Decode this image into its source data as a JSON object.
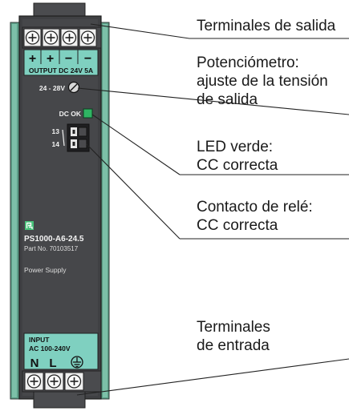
{
  "device": {
    "output_terminal_labels": [
      "+",
      "+",
      "−",
      "−"
    ],
    "output_label": "OUTPUT DC 24V 5A",
    "voltage_range": "24 - 28V",
    "dc_ok_label": "DC OK",
    "relay_pin_top": "13",
    "relay_pin_bottom": "14",
    "model": "PS1000-A6-24.5",
    "part_no": "Part No. 70103517",
    "product_type": "Power Supply",
    "input_line1": "INPUT",
    "input_line2": "AC 100-240V",
    "input_terminal_labels": [
      "N",
      "L"
    ]
  },
  "callouts": {
    "output_terminals": "Terminales de salida",
    "potentiometer": "Potenciómetro:\najuste de la tensión\nde salida",
    "green_led": "LED verde:\nCC correcta",
    "relay_contact": "Contacto de relé:\nCC correcta",
    "input_terminals": "Terminales\nde entrada"
  },
  "colors": {
    "housing": "#3f4043",
    "rail": "#5d9f88",
    "terminal_label_panel": "#7fd0c0",
    "led_green": "#2fb463",
    "logo_green": "#48c27a",
    "leader_line": "#222222"
  }
}
